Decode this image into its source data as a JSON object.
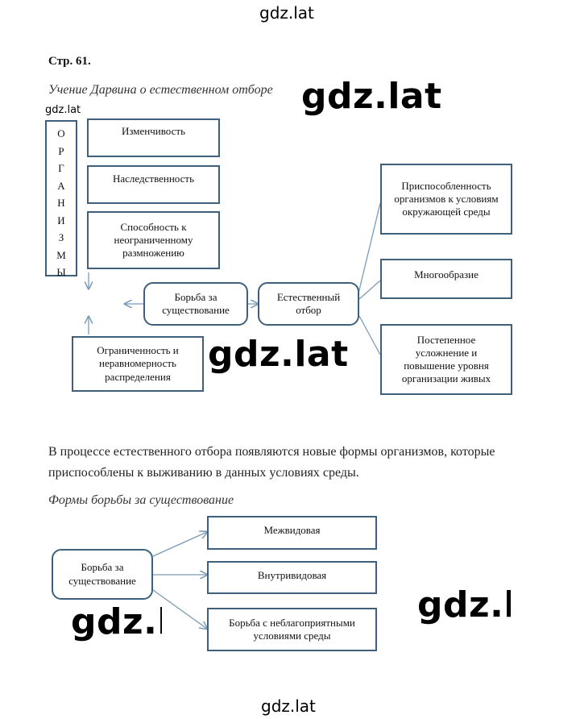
{
  "watermarks": {
    "top": "gdz.lat",
    "label_small": "gdz.lat",
    "big_1": "gdz.lat",
    "big_2": "gdz.lat",
    "big_3": "gdz.lat",
    "big_4": "gdz.lat",
    "bottom": "gdz.lat"
  },
  "page": {
    "heading": "Стр. 61.",
    "subtitle_1": "Учение Дарвина о естественном отборе",
    "organisms_letters": [
      "О",
      "Р",
      "Г",
      "А",
      "Н",
      "И",
      "З",
      "М",
      "Ы"
    ],
    "diagram1": {
      "variability": "Изменчивость",
      "heredity": "Наследственность",
      "reproduction": "Способность к неограниченному размножению",
      "struggle": "Борьба за существование",
      "selection": "Естественный отбор",
      "limitation": "Ограниченность и неравномерность распределения",
      "adaptation": "Приспособленность организмов к условиям окружающей среды",
      "diversity": "Многообразие",
      "complication": "Постепенное усложнение и повышение уровня организации живых"
    },
    "paragraph": "В процессе естественного отбора появляются новые формы организмов, которые приспособлены к выживанию в данных условиях среды.",
    "subtitle_2": "Формы борьбы за существование",
    "diagram2": {
      "struggle": "Борьба за существование",
      "interspecific": "Межвидовая",
      "intraspecific": "Внутривидовая",
      "environment": "Борьба с неблагоприятными условиями среды"
    }
  }
}
